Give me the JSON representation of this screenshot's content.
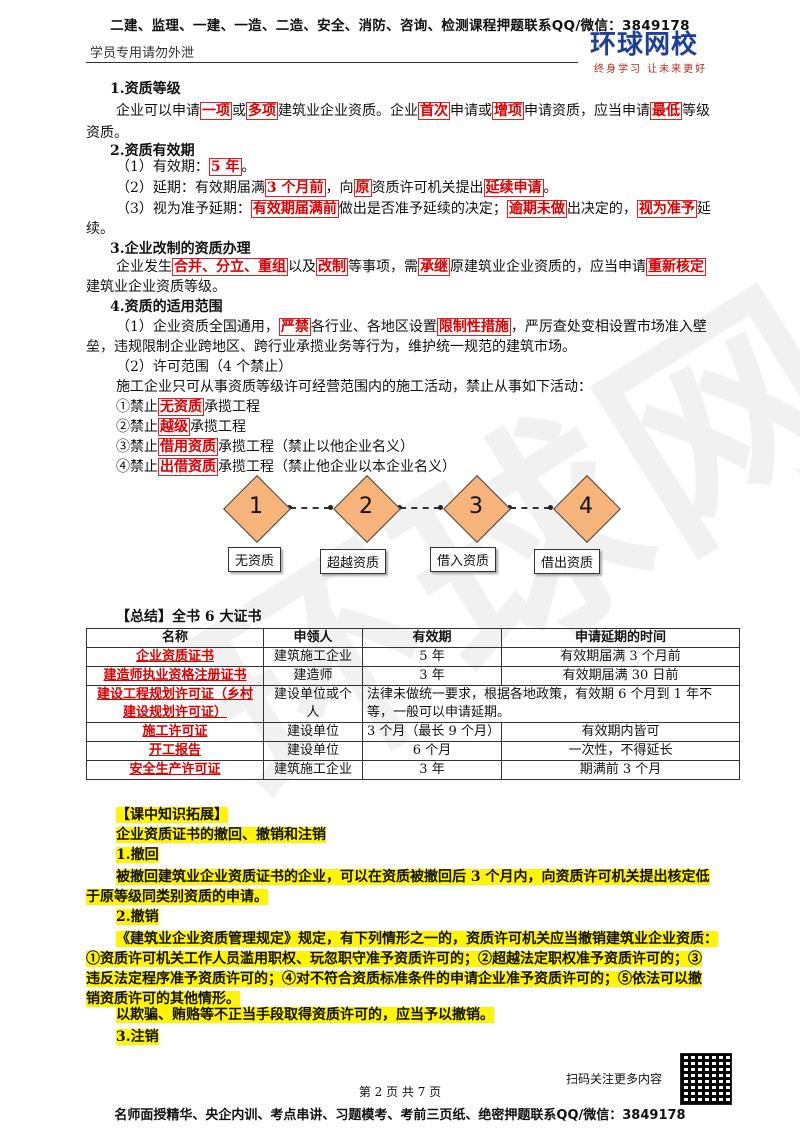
{
  "header": {
    "banner": "二建、监理、一建、一造、二造、安全、消防、咨询、检测课程押题联系QQ/微信：3849178",
    "left_note": "学员专用请勿外泄",
    "logo_main": "环球网校",
    "logo_sub": "终身学习 让未来更好"
  },
  "sec1": {
    "title": "1.资质等级",
    "p1a": "企业可以申请",
    "k1": "一项",
    "p1b": "或",
    "k2": "多项",
    "p1c": "建筑业企业资质。企业",
    "k3": "首次",
    "p1d": "申请或",
    "k4": "增项",
    "p1e": "申请资质，应当申请",
    "k5": "最低",
    "p1f": "等级",
    "p1g": "资质。"
  },
  "sec2": {
    "title": "2.资质有效期",
    "l1a": "（1）有效期：",
    "l1k": "5 年",
    "l1b": "。",
    "l2a": "（2）延期：有效期届满",
    "l2k1": "3 个月前",
    "l2b": "，向",
    "l2k2": "原",
    "l2c": "资质许可机关提出",
    "l2k3": "延续申请",
    "l2d": "。",
    "l3a": "（3）视为准予延期：",
    "l3k1": "有效期届满前",
    "l3b": "做出是否准予延续的决定；",
    "l3k2": "逾期未做",
    "l3c": "出决定的，",
    "l3k3": "视为准予",
    "l3d": "延",
    "l3e": "续。"
  },
  "sec3": {
    "title": "3.企业改制的资质办理",
    "a": "企业发生",
    "k1": "合并、分立、重组",
    "b": "以及",
    "k2": "改制",
    "c": "等事项，需",
    "k3": "承继",
    "d": "原建筑业企业资质的，应当申请",
    "k4": "重新核定",
    "e": "建筑业企业资质等级。"
  },
  "sec4": {
    "title": "4.资质的适用范围",
    "a": "（1）企业资质全国通用，",
    "k1": "严禁",
    "b": "各行业、各地区设置",
    "k2": "限制性措施",
    "c": "，严厉查处变相设置市场准入壁",
    "d": "垒，违规限制企业跨地区、跨行业承揽业务等行为，维护统一规范的建筑市场。",
    "e": "（2）许可范围（4 个禁止）",
    "f": "施工企业只可从事资质等级许可经营范围内的施工活动，禁止从事如下活动：",
    "items": [
      {
        "pre": "①禁止",
        "key": "无资质",
        "post": "承揽工程"
      },
      {
        "pre": "②禁止",
        "key": "越级",
        "post": "承揽工程"
      },
      {
        "pre": "③禁止",
        "key": "借用资质",
        "post": "承揽工程（禁止以他企业名义）"
      },
      {
        "pre": "④禁止",
        "key": "出借资质",
        "post": "承揽工程（禁止他企业以本企业名义）"
      }
    ]
  },
  "diagram": {
    "steps": [
      {
        "num": "1",
        "label": "无资质"
      },
      {
        "num": "2",
        "label": "超越资质"
      },
      {
        "num": "3",
        "label": "借入资质"
      },
      {
        "num": "4",
        "label": "借出资质"
      }
    ]
  },
  "summary": {
    "title": "【总结】全书 6 大证书",
    "headers": [
      "名称",
      "申领人",
      "有效期",
      "申请延期的时间"
    ],
    "rows": [
      [
        "企业资质证书",
        "建筑施工企业",
        "5 年",
        "有效期届满 3 个月前"
      ],
      [
        "建造师执业资格注册证书",
        "建造师",
        "3 年",
        "有效期届满 30 日前"
      ],
      [
        "建设工程规划许可证（乡村建设规划许可证）",
        "建设单位或个人",
        "法律未做统一要求，根据各地政策，有效期 6 个月到 1 年不等，一般可以申请延期。",
        ""
      ],
      [
        "施工许可证",
        "建设单位",
        "3 个月（最长 9 个月）",
        "有效期内皆可"
      ],
      [
        "开工报告",
        "建设单位",
        "6 个月",
        "一次性，不得延长"
      ],
      [
        "安全生产许可证",
        "建筑施工企业",
        "3 年",
        "期满前 3 个月"
      ]
    ]
  },
  "ext": {
    "title": "【课中知识拓展】",
    "subtitle": "企业资质证书的撤回、撤销和注销",
    "h1": "1.撤回",
    "p1a": "被撤回建筑业企业资质证书的企业，可以在资质被撤回后 3 个月内，向资质许可机关提出核定低",
    "p1b": "于原等级同类别资质的申请。",
    "h2": "2.撤销",
    "p2a": "《建筑业企业资质管理规定》规定，有下列情形之一的，资质许可机关应当撤销建筑业企业资质：",
    "p2b": "①资质许可机关工作人员滥用职权、玩忽职守准予资质许可的；②超越法定职权准予资质许可的；③",
    "p2c": "违反法定程序准予资质许可的；④对不符合资质标准条件的申请企业准予资质许可的；⑤依法可以撤",
    "p2d": "销资质许可的其他情形。",
    "p2e": "以欺骗、贿赂等不正当手段取得资质许可的，应当予以撤销。",
    "h3": "3.注销"
  },
  "footer": {
    "qr_caption": "扫码关注更多内容",
    "page": "第 2 页 共 7 页",
    "bottom": "名师面授精华、央企内训、考点串讲、习题模考、考前三页纸、绝密押题联系QQ/微信：3849178"
  }
}
